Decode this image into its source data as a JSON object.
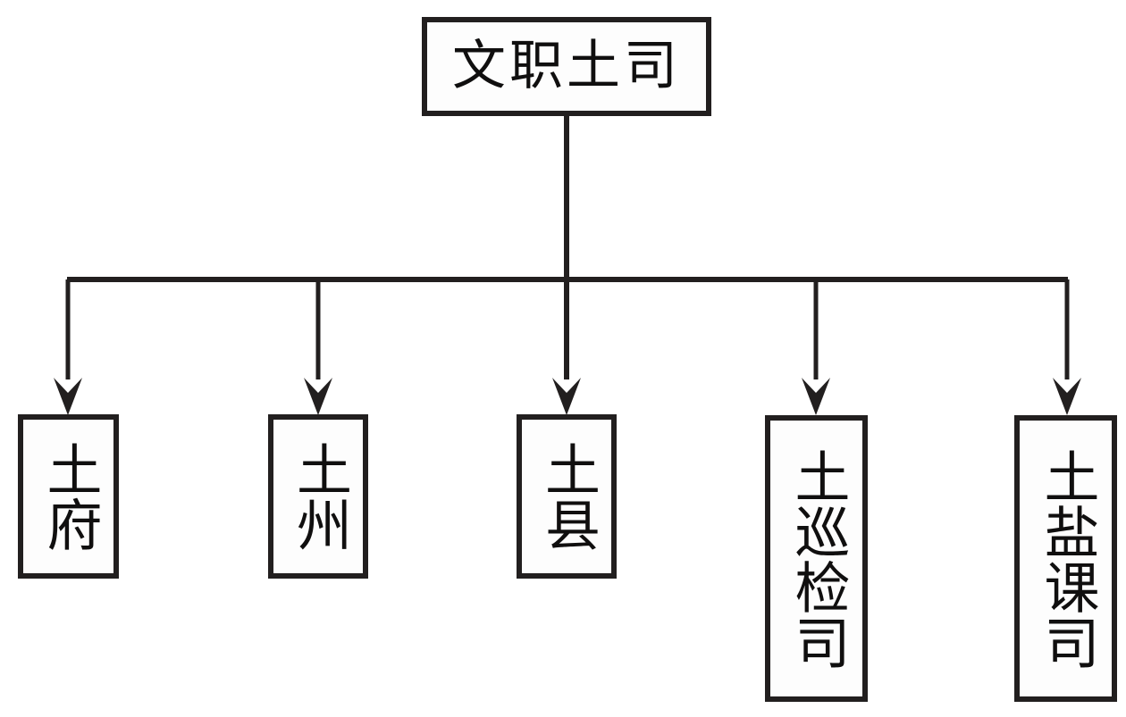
{
  "diagram": {
    "type": "organization-hierarchy-tree",
    "orientation": "top-down",
    "text_direction_children": "vertical",
    "line_color": "#221f1f",
    "box_fill": "#fdfdfd",
    "text_color": "#100f0f",
    "background": "#ffffff",
    "root": {
      "label": "文职土司"
    },
    "children": [
      {
        "label": "土府"
      },
      {
        "label": "土州"
      },
      {
        "label": "土县"
      },
      {
        "label": "土巡检司"
      },
      {
        "label": "土盐课司"
      }
    ]
  }
}
